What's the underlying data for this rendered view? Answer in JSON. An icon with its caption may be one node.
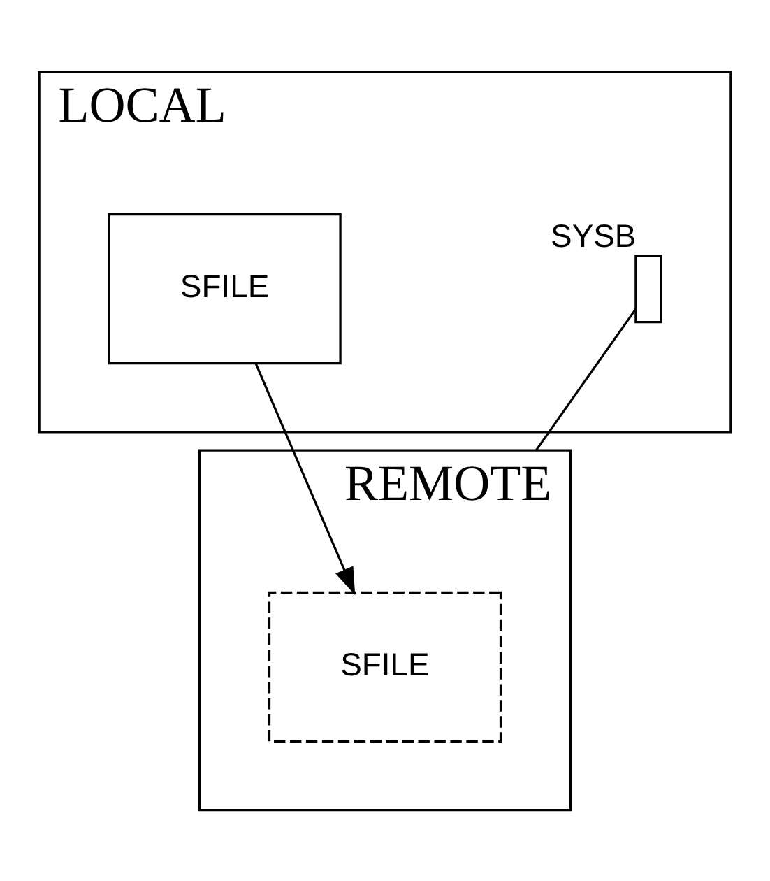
{
  "diagram": {
    "nodes": [
      {
        "text": [
          "LOCAL"
        ]
      },
      {
        "text": [
          "SFILE"
        ],
        "in": 0
      },
      {
        "text": [],
        "shape": "box",
        "beside": [
          "SYSB"
        ],
        "in": 0
      },
      {
        "text": [
          "REMOTE"
        ]
      },
      {
        "text": [
          "SFILE"
        ],
        "in": 3
      }
    ],
    "edges": [
      {
        "from": 1,
        "to": 4,
        "arrow": "to"
      },
      {
        "from": 2,
        "to": 3,
        "arrow": "none"
      }
    ]
  }
}
